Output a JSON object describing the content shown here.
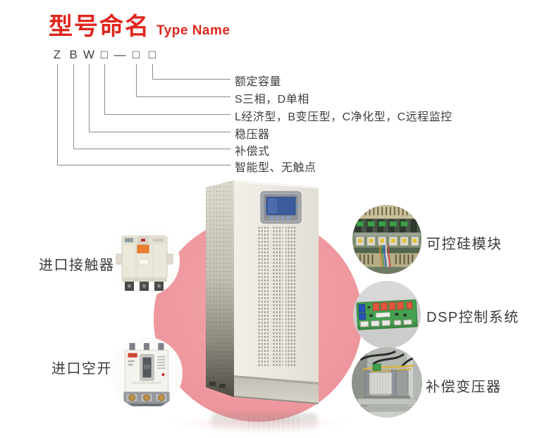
{
  "title": {
    "zh": "型号命名",
    "en": "Type Name"
  },
  "model_diagram": {
    "code_chars": [
      "Z",
      "B",
      "W",
      "□",
      "—",
      "□",
      "□"
    ],
    "labels": [
      "额定容量",
      "S三相，D单相",
      "L经济型，B变压型，C净化型，C远程监控",
      "稳压器",
      "补偿式",
      "智能型、无触点"
    ]
  },
  "callouts": [
    {
      "label": "进口接触器",
      "image": "contactor-photo",
      "side": "left"
    },
    {
      "label": "进口空开",
      "image": "circuit-breaker-photo",
      "side": "left"
    },
    {
      "label": "可控硅模块",
      "image": "scr-module-photo",
      "side": "right"
    },
    {
      "label": "DSP控制系统",
      "image": "dsp-control-board-photo",
      "side": "right"
    },
    {
      "label": "补偿变压器",
      "image": "compensation-transformer-photo",
      "side": "right"
    }
  ],
  "colors": {
    "accent_red": "#e0261d",
    "pink_circle": "#f09aa1",
    "text_dark": "#3c3c3c",
    "line_gray": "#8c8c8c",
    "cabinet_front": "#eae8e0",
    "lcd_blue": "#3c5c9c"
  }
}
